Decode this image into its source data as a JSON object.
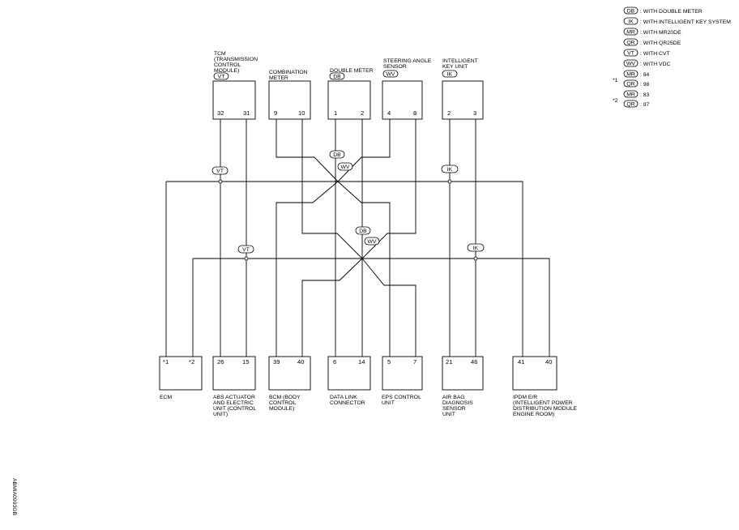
{
  "legend": [
    {
      "code": "DB",
      "text": ": WITH DOUBLE METER"
    },
    {
      "code": "IK",
      "text": ": WITH INTELLIGENT KEY SYSTEM"
    },
    {
      "code": "MR",
      "text": ": WITH MR20DE"
    },
    {
      "code": "QR",
      "text": ": WITH QR25DE"
    },
    {
      "code": "VT",
      "text": ": WITH CVT"
    },
    {
      "code": "WV",
      "text": ": WITH VDC"
    }
  ],
  "notes": [
    {
      "mark": "*1",
      "rows": [
        {
          "code": "MR",
          "text": ": 84"
        },
        {
          "code": "QR",
          "text": ": 98"
        }
      ]
    },
    {
      "mark": "*2",
      "rows": [
        {
          "code": "MR",
          "text": ": 83"
        },
        {
          "code": "QR",
          "text": ": 97"
        }
      ]
    }
  ],
  "top_units": [
    {
      "lines": [
        "TCM",
        "(TRANSMISSION",
        "CONTROL",
        "MODULE)"
      ],
      "tag": "VT",
      "pins": [
        "32",
        "31"
      ]
    },
    {
      "lines": [
        "COMBINATION",
        "METER"
      ],
      "tag": "",
      "pins": [
        "9",
        "10"
      ]
    },
    {
      "lines": [
        "DOUBLE METER"
      ],
      "tag": "DB",
      "pins": [
        "1",
        "2"
      ]
    },
    {
      "lines": [
        "STEERING ANGLE",
        "SENSOR"
      ],
      "tag": "WV",
      "pins": [
        "4",
        "8"
      ]
    },
    {
      "lines": [
        "INTELLIGENT",
        "KEY UNIT"
      ],
      "tag": "IK",
      "pins": [
        "2",
        "3"
      ]
    }
  ],
  "bottom_units": [
    {
      "lines": [
        "ECM"
      ],
      "pins": [
        "*1",
        "*2"
      ]
    },
    {
      "lines": [
        "ABS ACTUATOR",
        "AND ELECTRIC",
        "UNIT (CONTROL",
        "UNIT)"
      ],
      "pins": [
        "26",
        "15"
      ]
    },
    {
      "lines": [
        "BCM (BODY",
        "CONTROL",
        "MODULE)"
      ],
      "pins": [
        "39",
        "40"
      ]
    },
    {
      "lines": [
        "DATA LINK",
        "CONNECTOR"
      ],
      "pins": [
        "6",
        "14"
      ]
    },
    {
      "lines": [
        "EPS CONTROL",
        "UNIT"
      ],
      "pins": [
        "5",
        "7"
      ]
    },
    {
      "lines": [
        "AIR BAG",
        "DIAGNOSIS",
        "SENSOR",
        "UNIT"
      ],
      "pins": [
        "21",
        "46"
      ]
    },
    {
      "lines": [
        "IPDM E/R",
        "(INTELLIGENT POWER",
        "DISTRIBUTION MODULE",
        "ENGINE ROOM)"
      ],
      "pins": [
        "41",
        "40"
      ]
    }
  ],
  "wire_tags": [
    {
      "code": "VT"
    },
    {
      "code": "IK"
    },
    {
      "code": "DB"
    },
    {
      "code": "WV"
    },
    {
      "code": "VT"
    },
    {
      "code": "IK"
    },
    {
      "code": "DB"
    },
    {
      "code": "WV"
    }
  ],
  "figure_id": "ABMIA0993GB"
}
